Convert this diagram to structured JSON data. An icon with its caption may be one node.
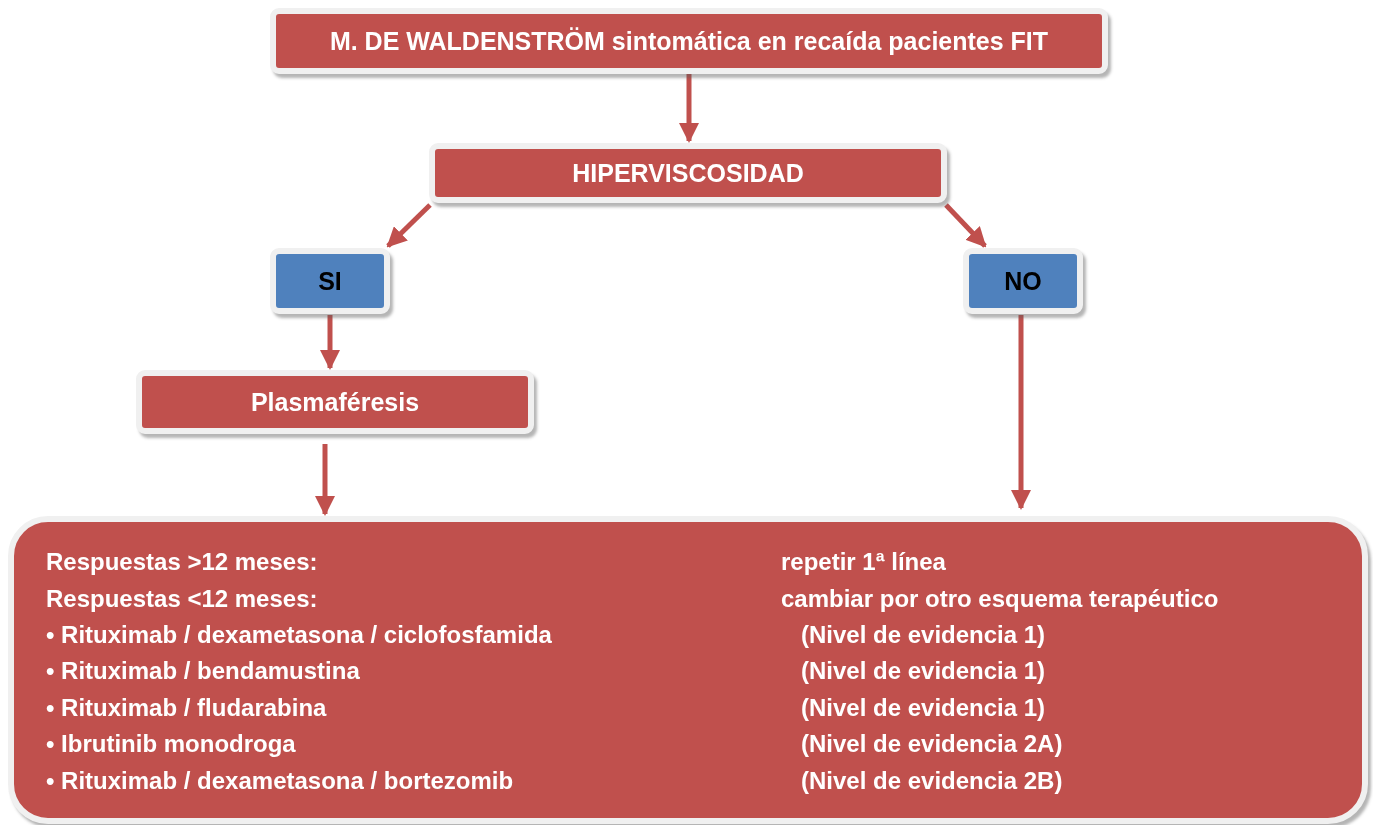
{
  "diagram": {
    "nodes": [
      {
        "text": [
          "M. DE WALDENSTRÖM sintomática en recaída pacientes FIT"
        ]
      },
      {
        "text": [
          "HIPERVISCOSIDAD"
        ]
      },
      {
        "text": [
          "SI"
        ]
      },
      {
        "text": [
          "NO"
        ]
      },
      {
        "text": [
          "Plasmaféresis"
        ]
      },
      {
        "text": [
          "Respuestas >12 meses:",
          "repetir 1ª línea",
          "Respuestas <12 meses:",
          "cambiar por otro esquema terapéutico",
          "• Rituximab / dexametasona / ciclofosfamida",
          "(Nivel de evidencia 1)",
          "• Rituximab / bendamustina",
          "(Nivel de evidencia 1)",
          "• Rituximab / fludarabina",
          "(Nivel de evidencia 1)",
          "• Ibrutinib monodroga",
          "(Nivel de evidencia 2A)",
          "• Rituximab / dexametasona / bortezomib",
          "(Nivel de evidencia 2B)"
        ]
      }
    ],
    "edges": [
      {
        "from": 0,
        "to": 1,
        "arrow": "to"
      },
      {
        "from": 1,
        "to": 2,
        "arrow": "to"
      },
      {
        "from": 1,
        "to": 3,
        "arrow": "to"
      },
      {
        "from": 2,
        "to": 4,
        "arrow": "to"
      },
      {
        "from": 4,
        "to": 5,
        "arrow": "to"
      },
      {
        "from": 3,
        "to": 5,
        "arrow": "to"
      }
    ]
  }
}
